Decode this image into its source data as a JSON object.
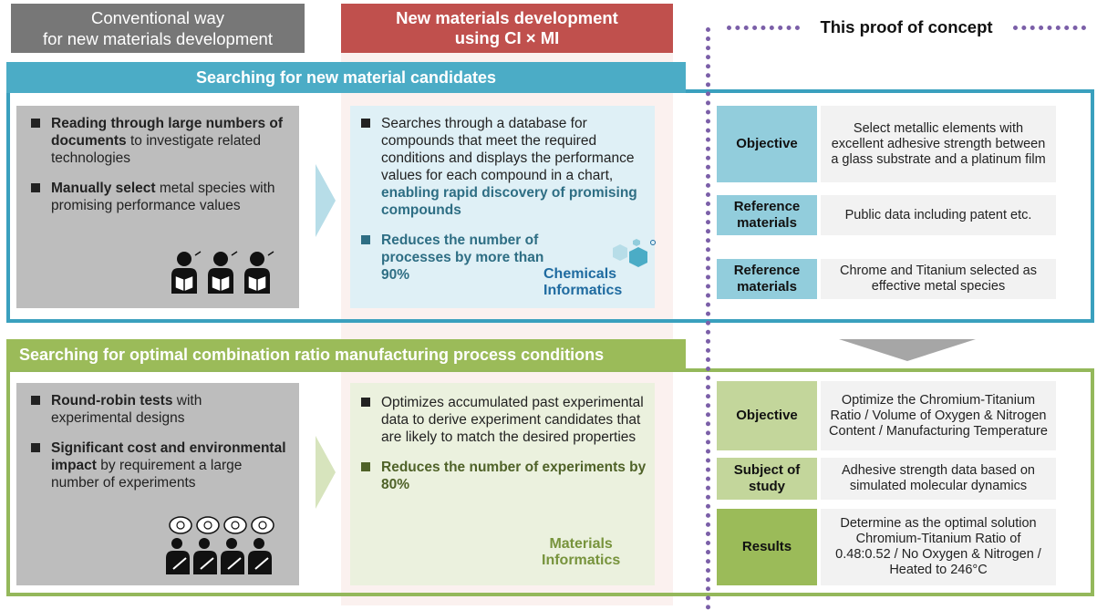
{
  "headers": {
    "conventional_line1": "Conventional way",
    "conventional_line2": "for new materials development",
    "new_line1": "New materials development",
    "new_line2": "using CI × MI",
    "poc": "This proof of concept"
  },
  "section1": {
    "title": "Searching for new material candidates",
    "conventional": {
      "b1_bold": "Reading through large numbers of documents",
      "b1_rest": " to investigate related technologies",
      "b2_bold": "Manually select",
      "b2_rest": " metal species with promising performance values"
    },
    "ci": {
      "b1_text": "Searches through a database for compounds that meet the required conditions and displays the performance values for each compound in a chart, ",
      "b1_highlight": "enabling rapid discovery of promising compounds",
      "b2": "Reduces the number of processes by more than 90%",
      "logo_line1": "Chemicals",
      "logo_line2": "Informatics"
    },
    "poc_rows": [
      {
        "label": "Objective",
        "value": "Select metallic elements with excellent adhesive strength between a glass substrate and a platinum film"
      },
      {
        "label": "Reference materials",
        "value": "Public data including patent etc."
      },
      {
        "label": "Reference materials",
        "value": "Chrome and Titanium selected as effective metal species"
      }
    ]
  },
  "section2": {
    "title": "Searching for optimal combination ratio manufacturing process conditions",
    "conventional": {
      "b1_bold": "Round-robin tests",
      "b1_rest": " with experimental designs",
      "b2_bold": "Significant cost and environmental impact",
      "b2_rest": " by requirement a large number of experiments"
    },
    "mi": {
      "b1": "Optimizes accumulated past experimental data to derive experiment candidates that are likely to match the desired properties",
      "b2": "Reduces the number of experiments by 80%",
      "logo_line1": "Materials",
      "logo_line2": "Informatics"
    },
    "poc_rows": [
      {
        "label": "Objective",
        "value": "Optimize the Chromium-Titanium Ratio / Volume of Oxygen & Nitrogen Content / Manufacturing Temperature"
      },
      {
        "label": "Subject of study",
        "value": "Adhesive strength data based on simulated molecular dynamics"
      },
      {
        "label": "Results",
        "value": "Determine as the optimal solution Chromium-Titanium Ratio of 0.48:0.52 / No Oxygen & Nitrogen / Heated to 246°C"
      }
    ]
  },
  "colors": {
    "conventional_header": "#777777",
    "new_header": "#c0504d",
    "ci_blue": "#4bacc6",
    "mi_green": "#9bbb59",
    "divider_purple": "#7b5fa8"
  }
}
